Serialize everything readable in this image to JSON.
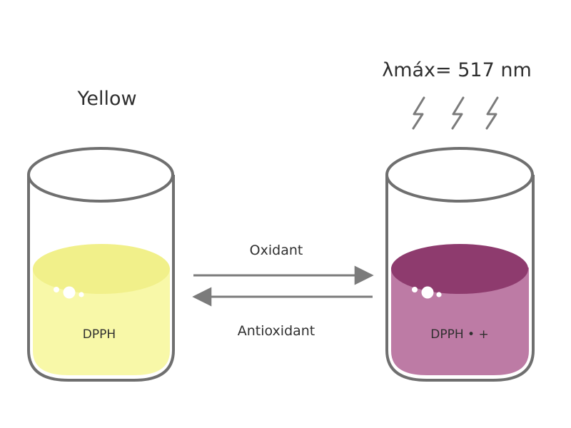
{
  "left_beaker": {
    "color_label": "Yellow",
    "content_label": "DPPH",
    "liquid_top_color": "#F1F08A",
    "liquid_body_color": "#F8F8A8"
  },
  "right_beaker": {
    "absorbance_label": "λmáx= 517 nm",
    "content_label": "DPPH • +",
    "liquid_top_color": "#8E3B6E",
    "liquid_body_color": "#BD7BA5",
    "light_icons": [
      "lightning-icon",
      "lightning-icon",
      "lightning-icon"
    ]
  },
  "reaction": {
    "forward_label": "Oxidant",
    "reverse_label": "Antioxidant"
  },
  "colors": {
    "outline": "#6f6f6f",
    "arrow": "#7b7b7b",
    "text": "#2f2f2f"
  }
}
